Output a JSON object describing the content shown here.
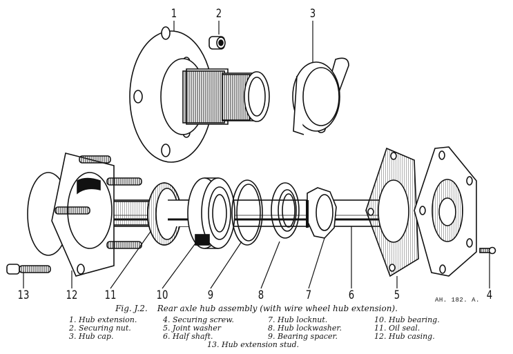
{
  "figure": {
    "number": "Fig. J.2.",
    "title": "Rear axle hub assembly (with wire wheel hub extension).",
    "reference": "AH. 182. A."
  },
  "callouts": [
    "1",
    "2",
    "3",
    "4",
    "5",
    "6",
    "7",
    "8",
    "9",
    "10",
    "11",
    "12",
    "13"
  ],
  "legend": [
    {
      "num": "1.",
      "label": "Hub extension."
    },
    {
      "num": "2.",
      "label": "Securing nut."
    },
    {
      "num": "3.",
      "label": "Hub cap."
    },
    {
      "num": "4.",
      "label": "Securing screw."
    },
    {
      "num": "5.",
      "label": "Joint washer"
    },
    {
      "num": "6.",
      "label": "Half shaft."
    },
    {
      "num": "7.",
      "label": "Hub locknut."
    },
    {
      "num": "8.",
      "label": "Hub lockwasher."
    },
    {
      "num": "9.",
      "label": "Bearing spacer."
    },
    {
      "num": "10.",
      "label": "Hub bearing."
    },
    {
      "num": "11.",
      "label": "Oil seal."
    },
    {
      "num": "12.",
      "label": "Hub casing."
    },
    {
      "num": "13.",
      "label": "Hub extension stud."
    }
  ],
  "colors": {
    "ink": "#111111",
    "paper": "#ffffff"
  }
}
